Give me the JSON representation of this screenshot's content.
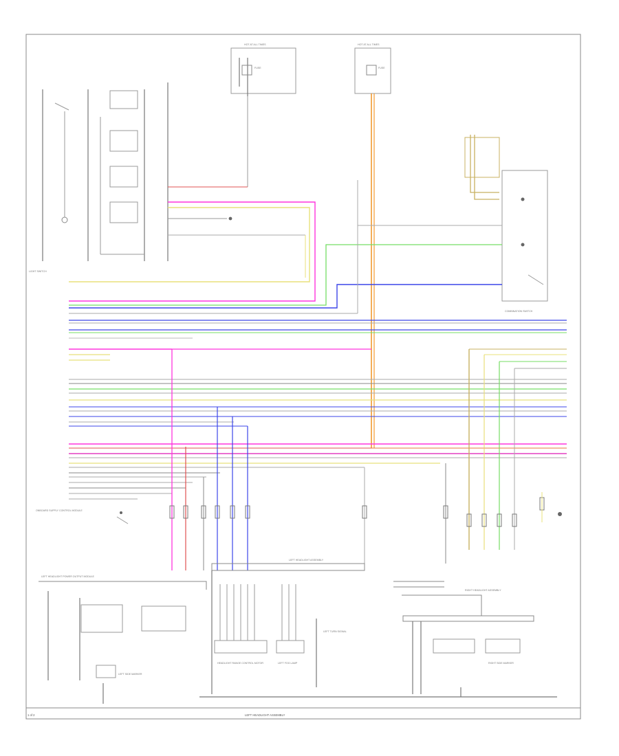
{
  "colors": {
    "red": "#e05050",
    "pink": "#ff33dd",
    "magenta": "#e43fc2",
    "yellow": "#e8e07a",
    "green": "#74dd63",
    "blue": "#3b45e8",
    "orange": "#f29a2e",
    "gray": "#aaaaaa",
    "dark": "#8a8a8a",
    "tan": "#c8b060"
  },
  "labels": {
    "left_section": "LIGHT SWITCH",
    "hot_at_all_times_1": "HOT AT ALL TIMES",
    "hot_at_all_times_2": "HOT AT ALL TIMES",
    "ign_fuse": "FUSE",
    "footer_left": "1 of 2",
    "footer_title": "LEFT HEADLIGHT ASSEMBLY",
    "combination_switch": "COMBINATION SWITCH",
    "left_headlight_assembly": "LEFT HEADLIGHT ASSEMBLY",
    "left_headlight_power_output_module": "LEFT HEADLIGHT POWER OUTPUT MODULE",
    "right_headlight_assembly": "RIGHT HEADLIGHT ASSEMBLY",
    "left_turn_signal": "LEFT TURN SIGNAL",
    "left_fog_lamp": "LEFT FOG LAMP",
    "left_side_marker": "LEFT SIDE MARKER",
    "right_side_marker": "RIGHT SIDE MARKER",
    "headlight_range_control": "HEADLIGHT RANGE CONTROL MOTOR",
    "onboard_supply_control": "ONBOARD SUPPLY CONTROL MODULE"
  }
}
